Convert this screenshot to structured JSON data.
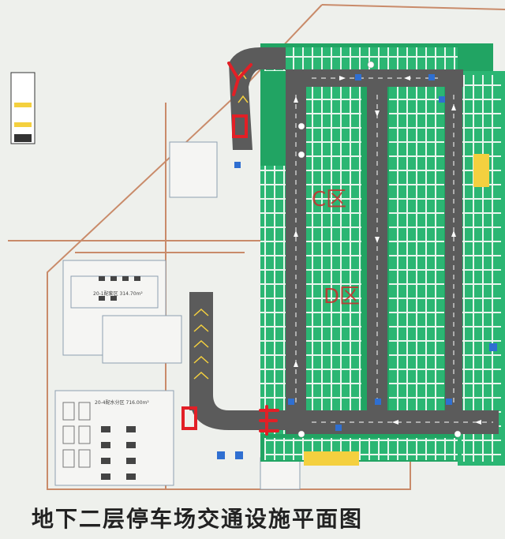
{
  "title": "地下二层停车场交通设施平面图",
  "zones": [
    {
      "label": "C区"
    },
    {
      "label": "D区"
    }
  ],
  "area_notes": [
    {
      "text": "20-1配套区 314.70m²"
    },
    {
      "text": "20-4配水分区 716.00m²"
    }
  ],
  "colors": {
    "parking_green": "#21a463",
    "stall_fill": "#2bb673",
    "lane_gray": "#5b5b5b",
    "building_line": "#c98b6a",
    "annotation_red": "#e21f26",
    "background": "#eef0ec",
    "yellow": "#f4d03f"
  },
  "icons": [
    "ramp-arrow-icon",
    "direction-arrow-icon",
    "fire-exit-icon",
    "accessibility-icon"
  ]
}
